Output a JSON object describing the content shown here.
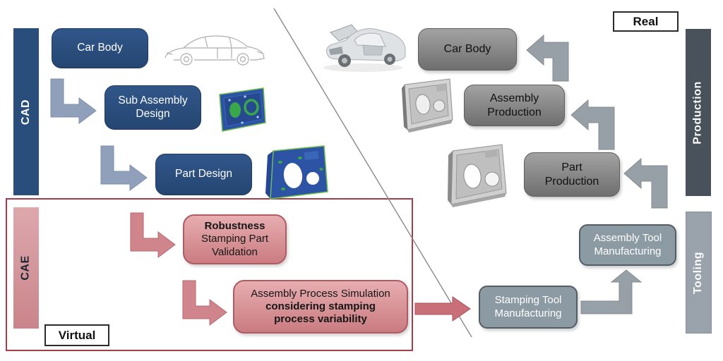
{
  "regions": {
    "cad": {
      "label": "CAD"
    },
    "cae": {
      "label": "CAE"
    },
    "virtual": {
      "label": "Virtual"
    },
    "real": {
      "label": "Real"
    },
    "production": {
      "label": "Production"
    },
    "tooling": {
      "label": "Tooling"
    }
  },
  "boxes": {
    "cad_car_body": {
      "text": "Car Body"
    },
    "sub_assembly": {
      "line1": "Sub Assembly",
      "line2": "Design"
    },
    "part_design": {
      "text": "Part Design"
    },
    "robustness": {
      "title": "Robustness",
      "line2": "Stamping Part",
      "line3": "Validation"
    },
    "simulation": {
      "line1": "Assembly Process Simulation",
      "line2": "considering stamping",
      "line3": "process variability"
    },
    "prod_car_body": {
      "text": "Car Body"
    },
    "assembly_production": {
      "line1": "Assembly",
      "line2": "Production"
    },
    "part_production": {
      "line1": "Part",
      "line2": "Production"
    },
    "assembly_tool": {
      "line1": "Assembly Tool",
      "line2": "Manufacturing"
    },
    "stamping_tool": {
      "line1": "Stamping Tool",
      "line2": "Manufacturing"
    }
  },
  "icons": {
    "car_sketch": "car-outline-drawing",
    "sub_assembly_cad_image": "blue-cad-door-panel",
    "part_design_cad_image": "blue-cad-door-panel-with-holes",
    "body_in_white_photo": "car-body-in-white-photo",
    "assembly_door_photo": "metal-door-panel-photo",
    "part_door_photo": "metal-door-panel-photo"
  },
  "colors": {
    "cad_blue": "#2a4e7c",
    "cae_pink_bar": "#d2979c",
    "virtual_region_border": "#a23d49",
    "blue_gray_arrow": "#90a0ba",
    "pink_arrow": "#d0858c",
    "red_arrow": "#c96f78",
    "production_bar": "#49525b",
    "tooling_bar": "#9aa3ab",
    "production_box": "#8a8a8a",
    "tool_box": "#8c9aa3",
    "divider_line": "#8a8a8a"
  }
}
